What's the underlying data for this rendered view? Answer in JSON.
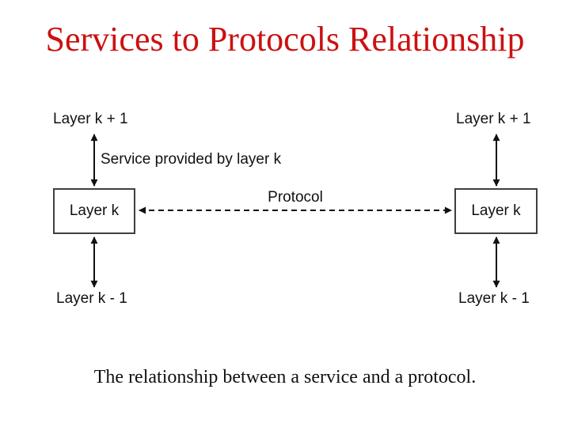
{
  "slide": {
    "title": "Services to Protocols Relationship",
    "caption": "The relationship between a service and a protocol."
  },
  "diagram": {
    "left_stack": {
      "upper": "Layer k + 1",
      "box": "Layer k",
      "lower": "Layer k - 1"
    },
    "right_stack": {
      "upper": "Layer k + 1",
      "box": "Layer k",
      "lower": "Layer k - 1"
    },
    "service_label": "Service provided by layer k",
    "protocol_label": "Protocol"
  },
  "colors": {
    "title": "#cc1111",
    "text": "#111111",
    "line": "#111111",
    "box_border": "#3f3f3f",
    "background": "#ffffff"
  }
}
